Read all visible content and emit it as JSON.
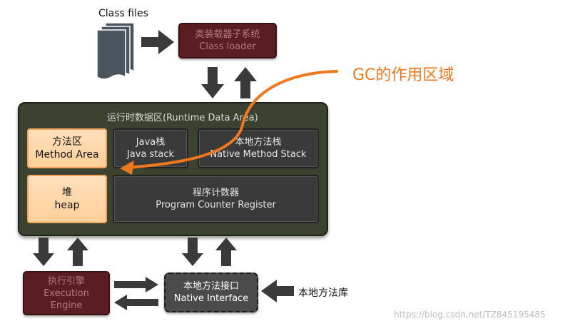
{
  "class_files_label": "Class files",
  "class_loader": {
    "line1": "类装载器子系统",
    "line2": "Class loader"
  },
  "gc_label": "GC的作用区域",
  "runtime_area": {
    "title": "运行时数据区(Runtime Data Area)",
    "method_area": {
      "line1": "方法区",
      "line2": "Method Area"
    },
    "java_stack": {
      "line1": "Java栈",
      "line2": "Java stack"
    },
    "native_method_stack": {
      "line1": "本地方法栈",
      "line2": "Native Method Stack"
    },
    "heap": {
      "line1": "堆",
      "line2": "heap"
    },
    "pc_register": {
      "line1": "程序计数器",
      "line2": "Program Counter Register"
    }
  },
  "execution_engine": {
    "line1": "执行引擎",
    "line2": "Execution",
    "line3": "Engine"
  },
  "native_interface": {
    "line1": "本地方法接口",
    "line2": "Native Interface"
  },
  "native_library_label": "本地方法库",
  "watermark": "https://blog.csdn.net/TZ845195485",
  "colors": {
    "gc_arrow": "#f0781e",
    "runtime_bg": "#3c4230",
    "maroon": "#5a1e22",
    "orange_box": "#ffd3a3"
  }
}
